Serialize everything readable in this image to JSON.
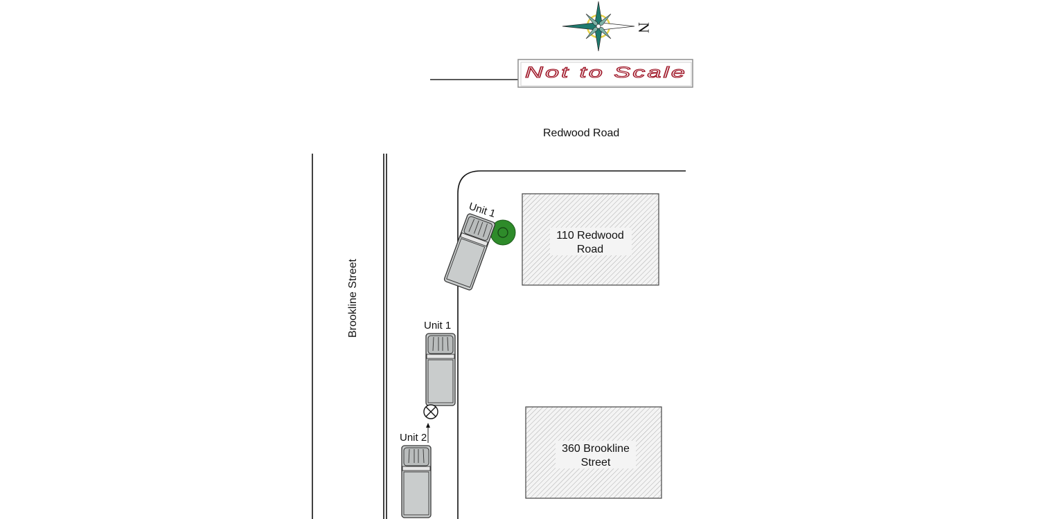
{
  "title": {
    "scale_note": "Not to Scale",
    "north_letter": "N"
  },
  "roads": {
    "redwood": "Redwood Road",
    "brookline": "Brookline Street"
  },
  "buildings": [
    {
      "line1": "110 Redwood",
      "line2": "Road"
    },
    {
      "line1": "360 Brookline",
      "line2": "Street"
    }
  ],
  "vehicles": {
    "unit1_final": "Unit 1",
    "unit1_impact": "Unit 1",
    "unit2": "Unit 2"
  },
  "colors": {
    "vehicle_fill": "#c9cccc",
    "tree_green": "#2e8b2a",
    "compass_teal": "#1f7a6e",
    "scale_text": "#a0192a"
  },
  "icons": {
    "compass": "compass-rose-icon",
    "tree": "tree-icon",
    "impact": "impact-point-icon",
    "direction": "direction-arrow-icon"
  }
}
